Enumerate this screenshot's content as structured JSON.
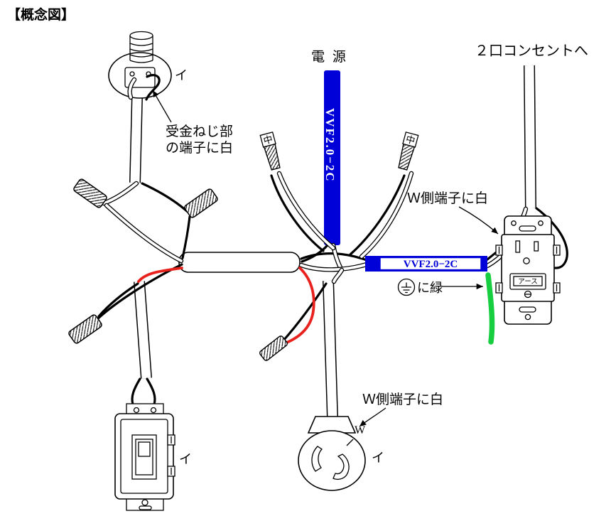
{
  "title": "【概念図】",
  "diagram": {
    "power_label": "電 源",
    "to_double_outlet_label": "２口コンセントへ",
    "cable_vertical_label": "VVF2.0−2C",
    "cable_horizontal_label": "VVF2.0−2C",
    "lamp_note_line1": "受金ねじ部",
    "lamp_note_line2": "の端子に白",
    "lamp_mark": "イ",
    "switch_mark": "イ",
    "ceiling_mark": "イ",
    "ceiling_w_mark": "W",
    "w_terminal_note_outlet": "Ｗ側端子に白",
    "w_terminal_note_ceiling": "Ｗ側端子に白",
    "green_note": "に緑",
    "earth_label": "アース",
    "sleeve_mark_left": "中",
    "sleeve_mark_right": "中",
    "colors": {
      "cable_blue": "#0000D9",
      "wire_red": "#E8211D",
      "wire_green": "#17CE40",
      "line_black": "#000000"
    }
  }
}
